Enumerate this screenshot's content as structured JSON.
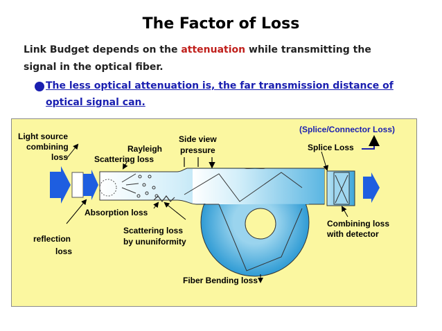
{
  "slide": {
    "title": "The Factor of Loss",
    "intro_line1_pre": "Link Budget depends on the ",
    "intro_line1_highlight": "attenuation",
    "intro_line1_post": "  while transmitting the",
    "intro_line2": "signal  in the optical  fiber.",
    "bullet_line1": "The less optical attenuation is, the far transmission distance of",
    "bullet_line2": "optical signal can."
  },
  "diagram": {
    "labels": {
      "light_source_1": "Light source",
      "light_source_2": "combining",
      "light_source_3": "loss",
      "rayleigh_1": "Rayleigh",
      "rayleigh_2": "Scattering loss",
      "side_view_1": "Side view",
      "side_view_2": "pressure",
      "splice_connector": "(Splice/Connector Loss)",
      "splice_loss": "Splice Loss",
      "absorption": "Absorption loss",
      "reflection_1": "reflection",
      "reflection_2": "loss",
      "scattering_1": "Scattering loss",
      "scattering_2": "by ununiformity",
      "combining_1": "Combining loss",
      "combining_2": "with detector",
      "bending": "Fiber Bending loss"
    },
    "colors": {
      "background": "#fbf7a0",
      "fiber_light": "#eaf7fc",
      "fiber_dark": "#3aa8dc",
      "arrow_blue": "#1e5ee0"
    }
  }
}
